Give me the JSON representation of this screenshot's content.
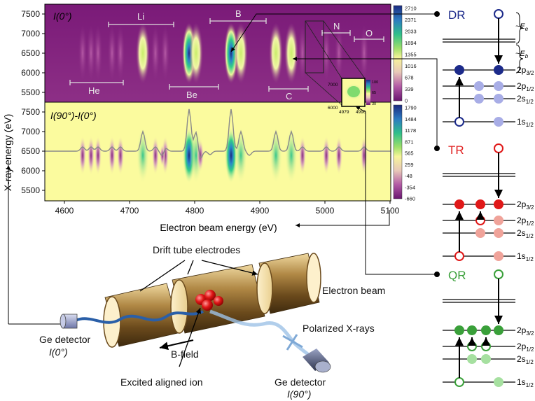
{
  "top_panel": {
    "label": "I(0°)",
    "series": {
      "Li": "Li",
      "B": "B",
      "N": "N",
      "O": "O",
      "He": "He",
      "Be": "Be",
      "C": "C"
    },
    "colorbar_ticks": [
      "2710",
      "2371",
      "2033",
      "1694",
      "1355",
      "1016",
      "678",
      "339",
      "0"
    ]
  },
  "bottom_panel": {
    "label": "I(90°)-I(0°)",
    "colorbar_ticks": [
      "1790",
      "1484",
      "1178",
      "871",
      "565",
      "259",
      "-48",
      "-354",
      "-660"
    ]
  },
  "inset": {
    "y_ticks": [
      "7000",
      "6000"
    ],
    "x_ticks": [
      "4979",
      "4990"
    ],
    "cb_ticks": [
      "100",
      "65",
      "30"
    ]
  },
  "axes": {
    "ylabel": "X-ray energy (eV)",
    "xlabel": "Electron beam energy (eV)",
    "y_ticks": [
      "7500",
      "7000",
      "6500",
      "6000",
      "5500"
    ],
    "x_ticks": [
      "4600",
      "4700",
      "4800",
      "4900",
      "5000",
      "5100"
    ]
  },
  "apparatus": {
    "drift_tube": "Drift tube electrodes",
    "electron_beam": "Electron beam",
    "ge_det_0": "Ge detector",
    "ge_det_0_angle": "I(0°)",
    "polarized": "Polarized X-rays",
    "bfield": "B-field",
    "excited_ion": "Excited aligned ion",
    "ge_det_90": "Ge detector",
    "ge_det_90_angle": "I(90°)"
  },
  "levels": {
    "dr": "DR",
    "tr": "TR",
    "qr": "QR",
    "ee": "~E",
    "ee_sub": "e",
    "eb": "~E",
    "eb_sub": "b",
    "l2p32": "2p",
    "l2p32_sub": "3/2",
    "l2p12": "2p",
    "l2p12_sub": "1/2",
    "l2s12": "2s",
    "l2s12_sub": "1/2",
    "l1s12": "1s",
    "l1s12_sub": "1/2"
  }
}
